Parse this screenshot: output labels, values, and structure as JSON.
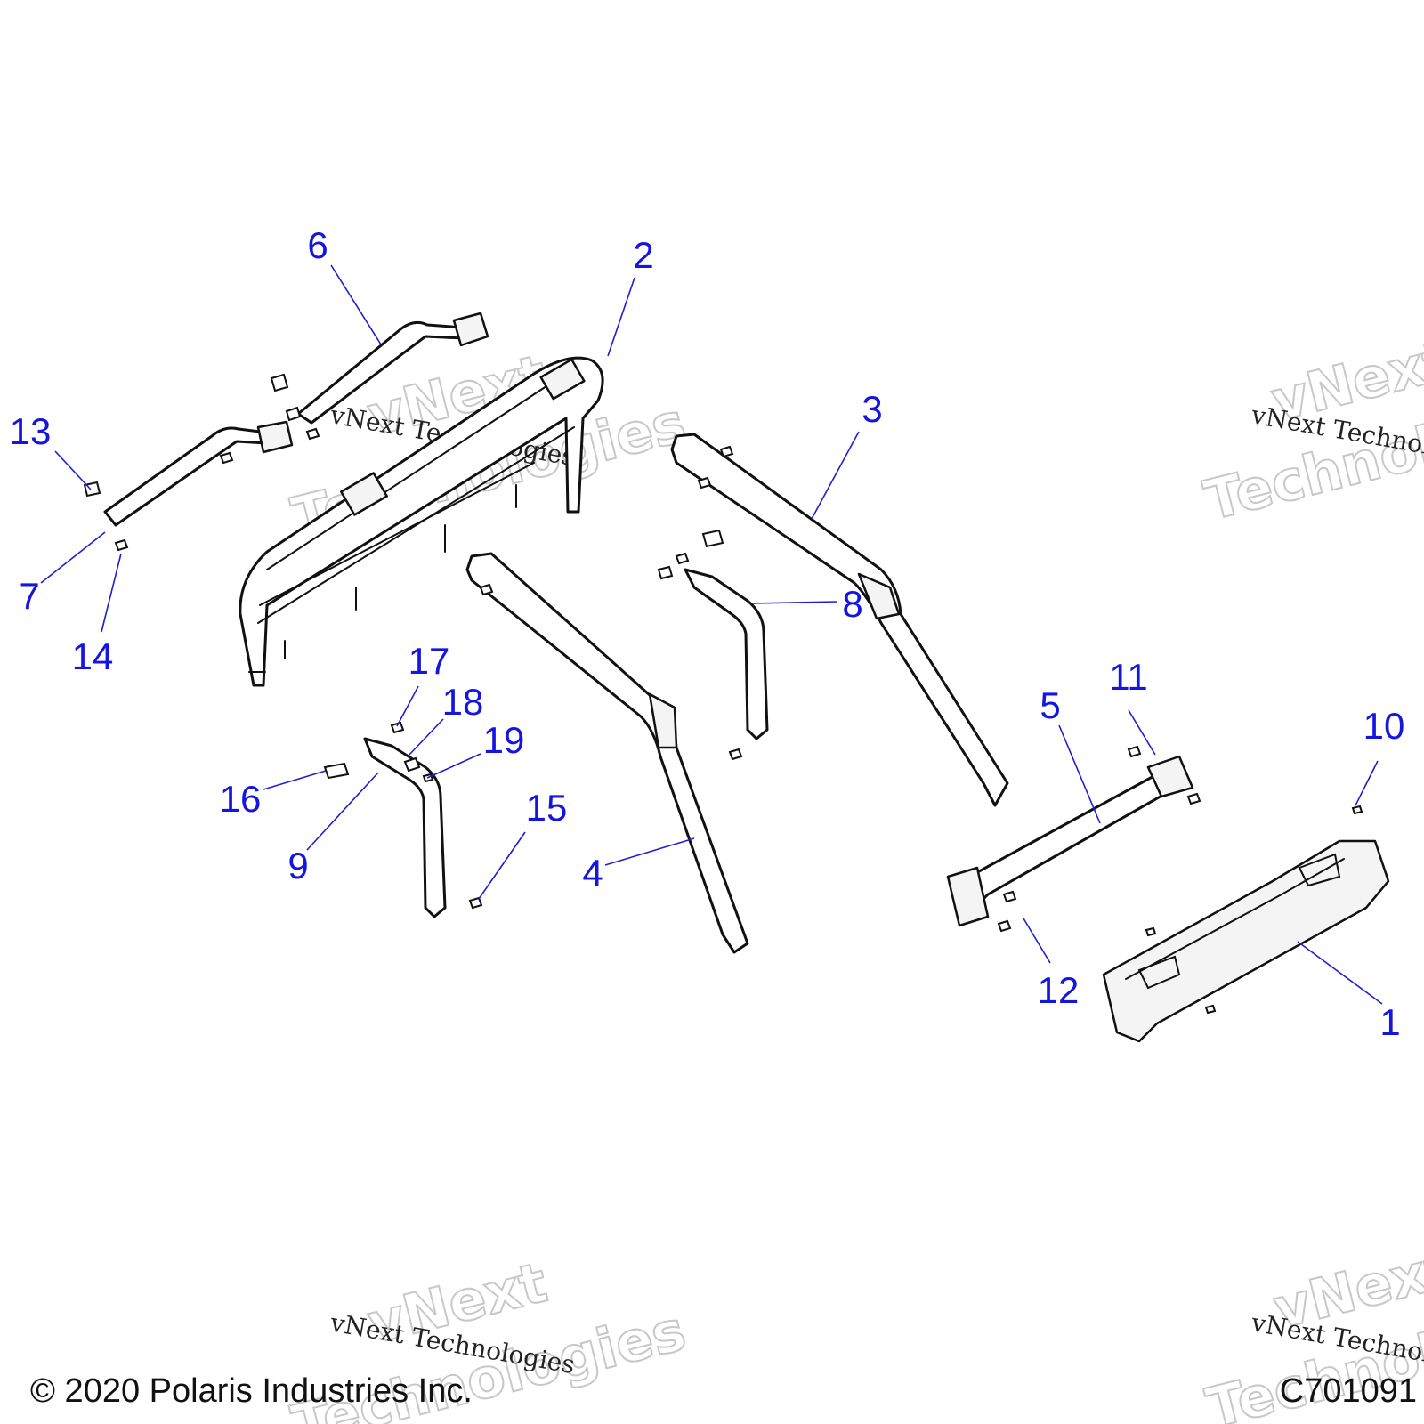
{
  "diagram": {
    "callouts": [
      {
        "label": "1"
      },
      {
        "label": "2"
      },
      {
        "label": "3"
      },
      {
        "label": "4"
      },
      {
        "label": "5"
      },
      {
        "label": "6"
      },
      {
        "label": "7"
      },
      {
        "label": "8"
      },
      {
        "label": "9"
      },
      {
        "label": "10"
      },
      {
        "label": "11"
      },
      {
        "label": "12"
      },
      {
        "label": "13"
      },
      {
        "label": "14"
      },
      {
        "label": "15"
      },
      {
        "label": "16"
      },
      {
        "label": "17"
      },
      {
        "label": "18"
      },
      {
        "label": "19"
      }
    ],
    "watermark": {
      "stamp_text": "vNext Technologies",
      "outline_line1": "vNext",
      "outline_line2": "Technologies"
    },
    "footer": {
      "copyright": "© 2020 Polaris Industries Inc.",
      "figure_code": "C701091"
    },
    "colors": {
      "callout": "#1515e0",
      "line_art": "#111111",
      "watermark": "#c8c8c8"
    }
  }
}
